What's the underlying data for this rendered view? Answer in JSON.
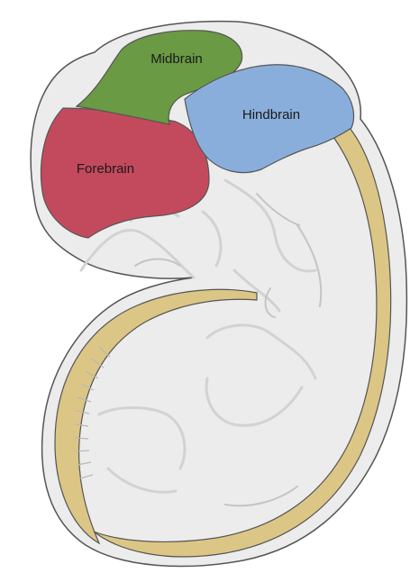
{
  "diagram": {
    "regions": [
      {
        "key": "midbrain",
        "label": "Midbrain",
        "color": "#6a9a44"
      },
      {
        "key": "hindbrain",
        "label": "Hindbrain",
        "color": "#89aedb"
      },
      {
        "key": "forebrain",
        "label": "Forebrain",
        "color": "#c34a5d"
      }
    ],
    "spinal_cord_color": "#dcc686",
    "embryo_body_color": "#ececec",
    "outline_color": "#555555"
  }
}
